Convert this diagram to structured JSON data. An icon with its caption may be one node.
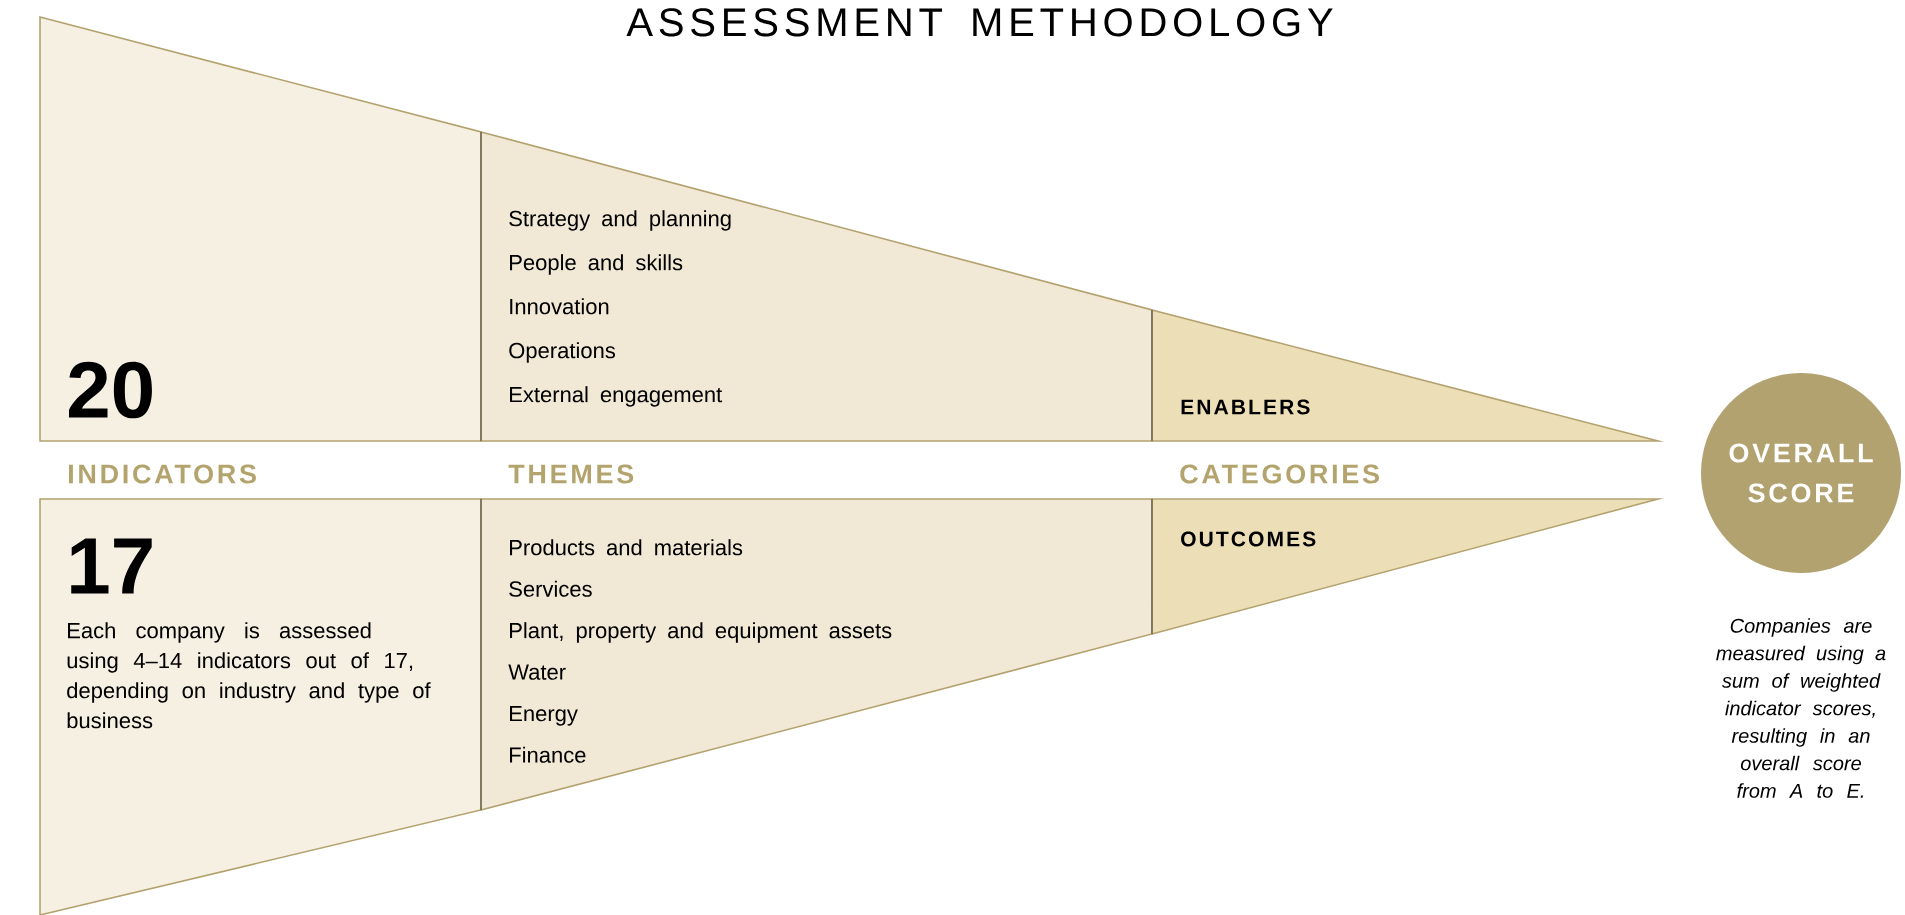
{
  "diagram": {
    "title": "ASSESSMENT METHODOLOGY",
    "nodes": [
      {
        "text": [
          "20"
        ]
      },
      {
        "text": [
          "Strategy and planning",
          "People and skills",
          "Innovation",
          "Operations",
          "External engagement"
        ]
      },
      {
        "text": [
          "ENABLERS"
        ]
      },
      {
        "text": [
          "17",
          "Each company is assessed using 4–14 indicators out of 17, depending on industry and type of business"
        ]
      },
      {
        "text": [
          "Products and materials",
          "Services",
          "Plant, property and equipment assets",
          "Water",
          "Energy",
          "Finance"
        ]
      },
      {
        "text": [
          "OUTCOMES"
        ]
      },
      {
        "text": [
          "OVERALL SCORE"
        ],
        "beside": [
          "Companies are measured using a sum of weighted indicator scores, resulting in an overall score from A to E."
        ]
      }
    ],
    "labels": [
      "INDICATORS",
      "THEMES",
      "CATEGORIES"
    ]
  }
}
